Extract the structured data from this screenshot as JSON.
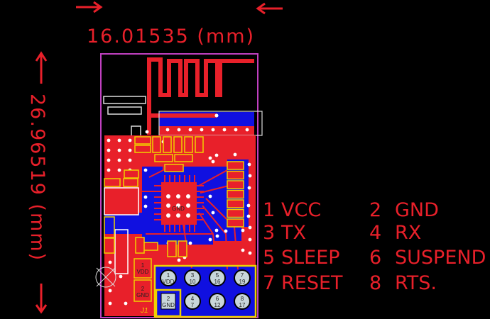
{
  "dimensions": {
    "width_label": "16.01535 (mm)",
    "height_label": "26.96519 (mm)"
  },
  "pin_legend": [
    {
      "num": "1",
      "name": "VCC"
    },
    {
      "num": "2",
      "name": "GND"
    },
    {
      "num": "3",
      "name": "TX"
    },
    {
      "num": "4",
      "name": "RX"
    },
    {
      "num": "5",
      "name": "SLEEP"
    },
    {
      "num": "6",
      "name": "SUSPEND"
    },
    {
      "num": "7",
      "name": "RESET"
    },
    {
      "num": "8",
      "name": "RTS."
    }
  ],
  "header_pads": [
    {
      "top": "1",
      "bottom": "VDD"
    },
    {
      "top": "3",
      "bottom": "10"
    },
    {
      "top": "5",
      "bottom": "16"
    },
    {
      "top": "7",
      "bottom": "19"
    },
    {
      "top": "2",
      "bottom": "GND"
    },
    {
      "top": "4",
      "bottom": "7"
    },
    {
      "top": "6",
      "bottom": "12"
    },
    {
      "top": "8",
      "bottom": "17"
    }
  ],
  "component_labels": {
    "chip": "GND",
    "pad1": "1",
    "pad1_net": "VDD",
    "pad2": "2",
    "pad2_net": "GND",
    "connector": "J1"
  },
  "colors": {
    "top_copper": "#e8202a",
    "bottom_copper": "#1010e0",
    "silkscreen": "#f0d000",
    "outline": "#c040c0",
    "background": "#000000"
  }
}
